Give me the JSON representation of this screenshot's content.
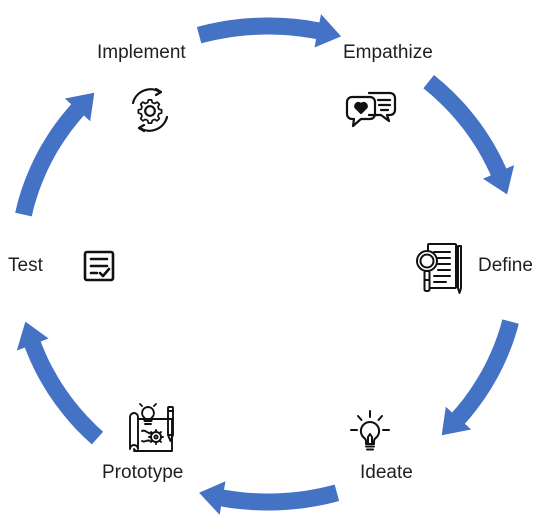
{
  "diagram": {
    "type": "cycle",
    "arrow_color": "#4472c4",
    "icon_color": "#111111",
    "stages": [
      {
        "key": "empathize",
        "label": "Empathize",
        "icon": "speech-bubbles-heart-icon"
      },
      {
        "key": "define",
        "label": "Define",
        "icon": "document-magnifier-icon"
      },
      {
        "key": "ideate",
        "label": "Ideate",
        "icon": "lightbulb-icon"
      },
      {
        "key": "prototype",
        "label": "Prototype",
        "icon": "blueprint-icon"
      },
      {
        "key": "test",
        "label": "Test",
        "icon": "checklist-icon"
      },
      {
        "key": "implement",
        "label": "Implement",
        "icon": "gear-cycle-icon"
      }
    ]
  }
}
